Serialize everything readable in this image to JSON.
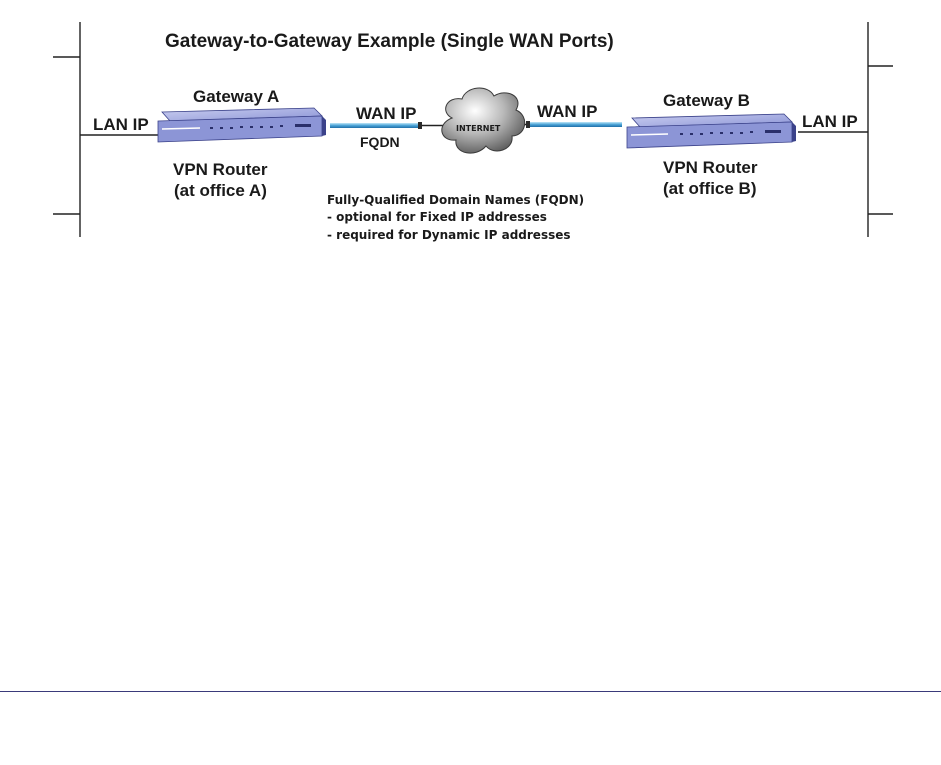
{
  "diagram": {
    "title": "Gateway-to-Gateway Example (Single WAN Ports)",
    "left": {
      "lan_label": "LAN IP",
      "gateway_label": "Gateway A",
      "router_label_line1": "VPN Router",
      "router_label_line2": "(at office A)",
      "wan_label": "WAN IP",
      "fqdn_label": "FQDN"
    },
    "right": {
      "lan_label": "LAN IP",
      "gateway_label": "Gateway B",
      "router_label_line1": "VPN Router",
      "router_label_line2": "(at office B)",
      "wan_label": "WAN IP"
    },
    "cloud_label": "INTERNET",
    "note": {
      "heading": "Fully-Qualified Domain Names (FQDN)",
      "line1": "- optional for Fixed IP addresses",
      "line2": "- required for Dynamic IP addresses"
    },
    "colors": {
      "router_body": "#8c95d6",
      "router_dark": "#3b428a",
      "link": "#4aa3d6",
      "cloud": "#8a8a8a",
      "text": "#1a1a1a"
    }
  }
}
